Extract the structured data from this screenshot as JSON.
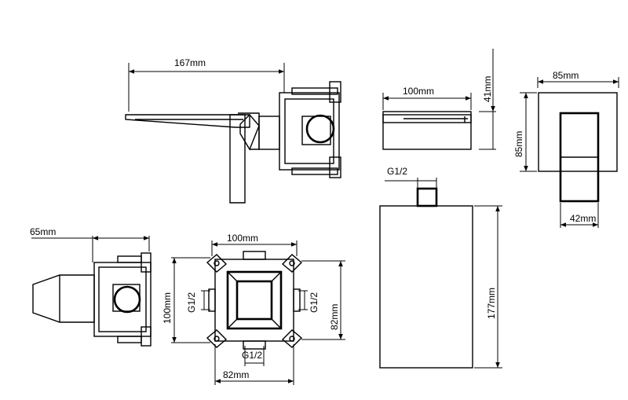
{
  "labels": {
    "spout_length": "167mm",
    "spout_width": "100mm",
    "spout_height": "41mm",
    "plate_width": "85mm",
    "plate_height": "85mm",
    "handle_width": "42mm",
    "side_depth": "65mm",
    "box_width": "100mm",
    "box_height": "100mm",
    "thread_left": "G1/2",
    "thread_right": "G1/2",
    "thread_bottom": "G1/2",
    "box_inner_right": "82mm",
    "box_inner_bottom": "82mm",
    "thread_top": "G1/2",
    "cover_height": "177mm"
  }
}
